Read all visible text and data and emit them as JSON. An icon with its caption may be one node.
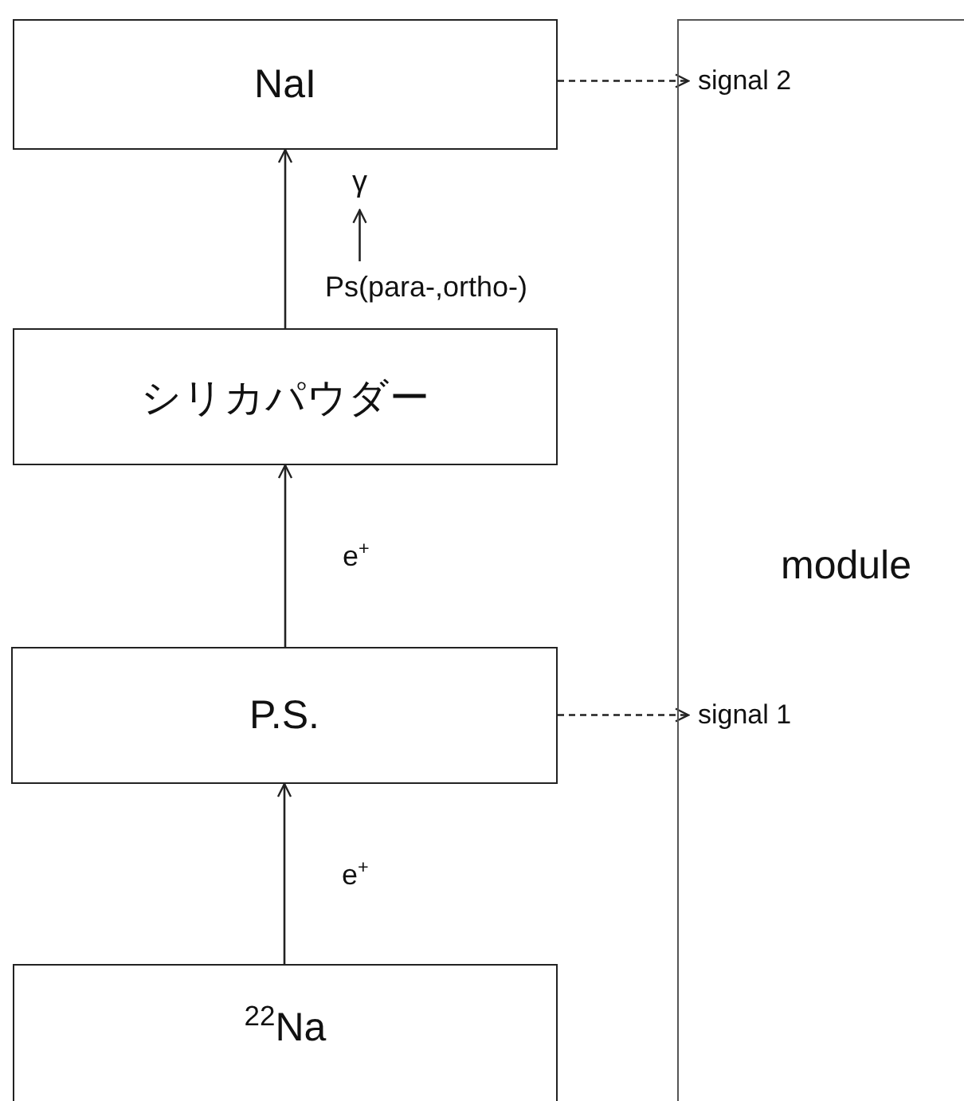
{
  "diagram": {
    "nodes": [
      {
        "text": [
          "NaI"
        ]
      },
      {
        "text": [
          "module"
        ]
      },
      {
        "text": [
          "signal 2"
        ],
        "in": 1
      },
      {
        "text": [
          "γ"
        ]
      },
      {
        "text": [
          "Ps(para-,ortho-)"
        ]
      },
      {
        "text": [
          "シリカパウダー"
        ]
      },
      {
        "text": [
          "P.S."
        ]
      },
      {
        "text": [
          "signal 1"
        ],
        "in": 1
      },
      {
        "text": [
          "$^{22}$Na"
        ]
      }
    ],
    "edges": [
      {
        "from": 0,
        "to": 2,
        "arrow": "to",
        "style": "dashed"
      },
      {
        "from": 4,
        "to": 3,
        "arrow": "to"
      },
      {
        "from": 5,
        "to": 0,
        "arrow": "to"
      },
      {
        "from": 6,
        "to": 5,
        "arrow": "to",
        "label": "e$^{+}$"
      },
      {
        "from": 6,
        "to": 7,
        "arrow": "to",
        "style": "dashed"
      },
      {
        "from": 8,
        "to": 6,
        "arrow": "to",
        "label": "e$^{+}$"
      }
    ]
  }
}
